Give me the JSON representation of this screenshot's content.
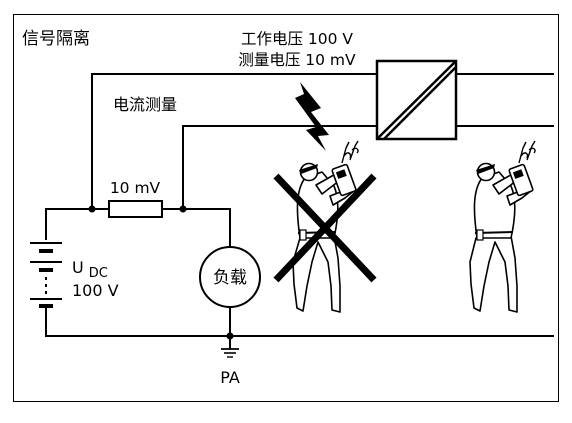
{
  "title": "信号隔离",
  "isolator": {
    "work_voltage": "工作电压 100 V",
    "measure_voltage": "测量电压 10 mV"
  },
  "current_measurement_label": "电流测量",
  "shunt_label": "10 mV",
  "source": {
    "symbol": "U",
    "subscript": "DC",
    "voltage": "100 V"
  },
  "load_label": "负载",
  "ground_label": "PA",
  "colors": {
    "line": "#000000",
    "background": "#ffffff"
  },
  "icons": {
    "lightning": "lightning-bolt-icon",
    "forbidden": "cross-icon",
    "technician": "technician-icon",
    "ground": "ground-icon"
  }
}
